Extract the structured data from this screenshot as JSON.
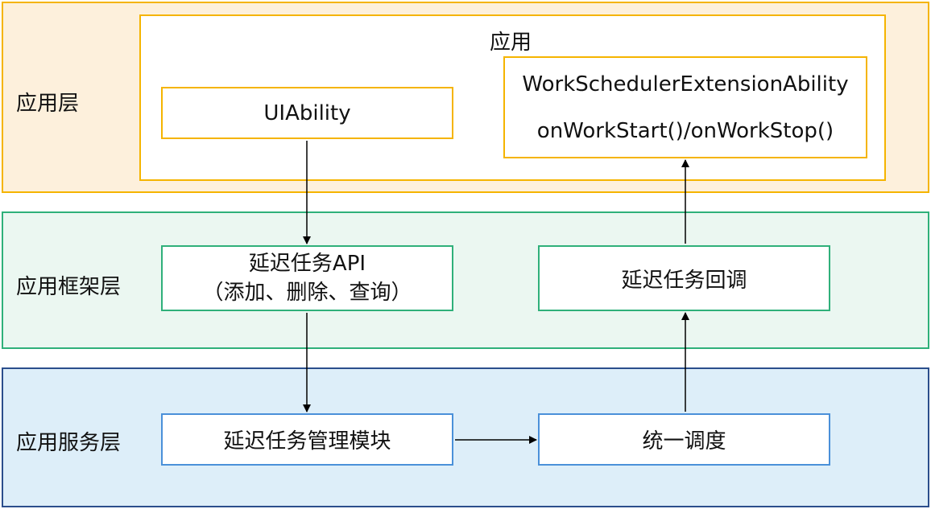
{
  "layers": {
    "app": {
      "label": "应用层",
      "color": "#f5b400",
      "fill": "#fdf0dc"
    },
    "framework": {
      "label": "应用框架层",
      "color": "#2fb07a",
      "fill": "#ebf7f1"
    },
    "service": {
      "label": "应用服务层",
      "color": "#2b4e8c",
      "fill": "#ddeef9"
    }
  },
  "app_box": {
    "title": "应用"
  },
  "nodes": {
    "uiability": "UIAbility",
    "extension_line1": "WorkSchedulerExtensionAbility",
    "extension_line2": "onWorkStart()/onWorkStop()",
    "api_line1": "延迟任务API",
    "api_line2": "（添加、删除、查询）",
    "callback": "延迟任务回调",
    "manager": "延迟任务管理模块",
    "scheduler": "统一调度"
  }
}
